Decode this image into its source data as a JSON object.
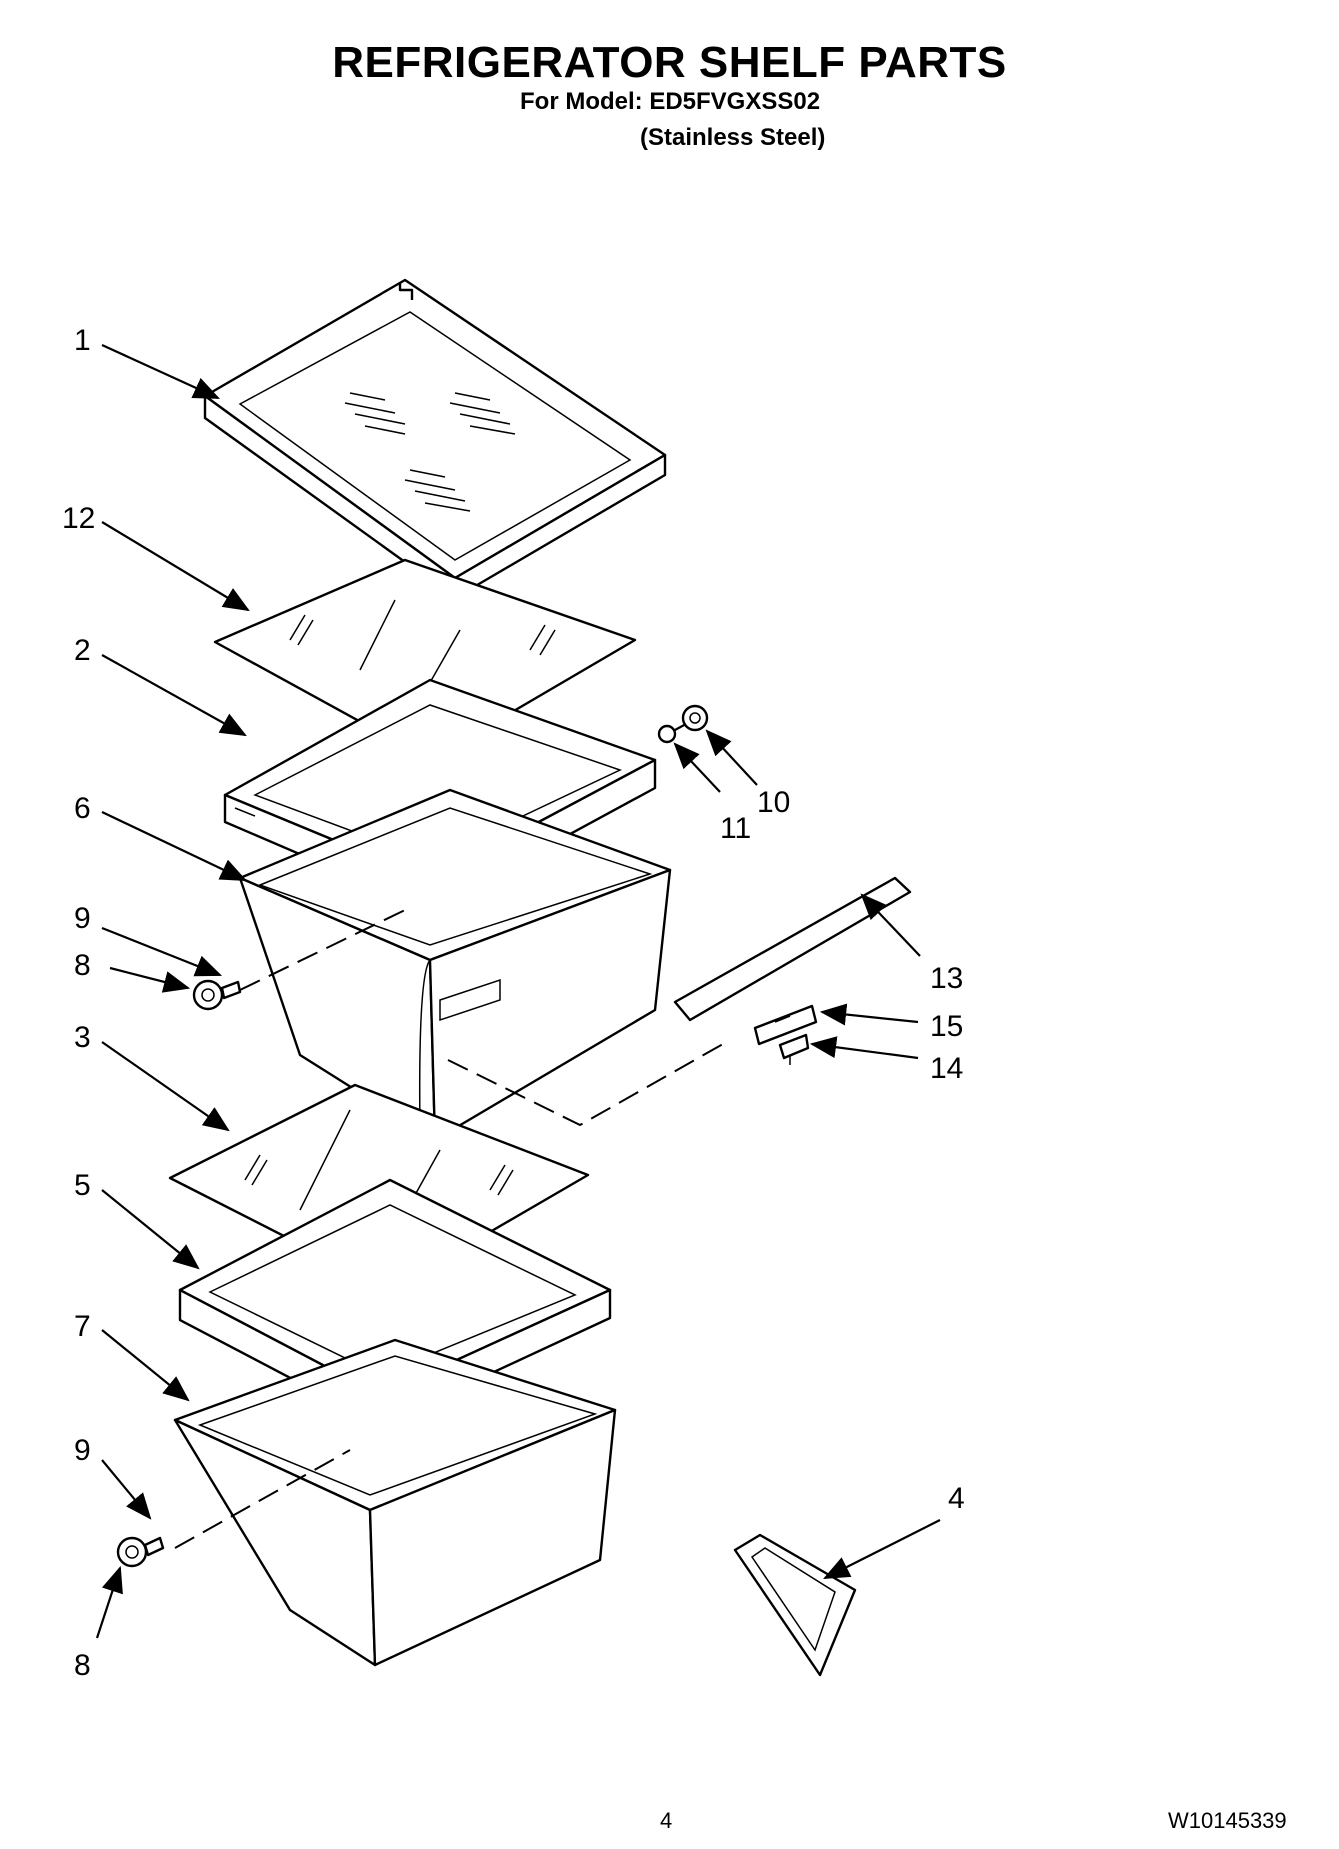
{
  "header": {
    "title": "REFRIGERATOR SHELF PARTS",
    "model_line": "For Model: ED5FVGXSS02",
    "finish_line": "(Stainless Steel)"
  },
  "callouts": {
    "c1": "1",
    "c12": "12",
    "c2": "2",
    "c6": "6",
    "c9a": "9",
    "c8a": "8",
    "c3": "3",
    "c5": "5",
    "c7": "7",
    "c9b": "9",
    "c8b": "8",
    "c10": "10",
    "c11": "11",
    "c13": "13",
    "c15": "15",
    "c14": "14",
    "c4": "4"
  },
  "footer": {
    "page_number": "4",
    "document_number": "W10145339"
  }
}
